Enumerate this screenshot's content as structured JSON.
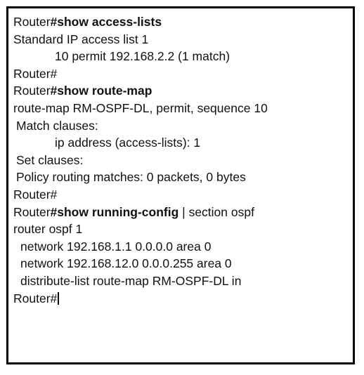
{
  "terminal": {
    "prompt": "Router",
    "lines": {
      "l1_cmd": "#show access-lists",
      "l2": "Standard IP access list 1",
      "l3": "10 permit 192.168.2.2 (1 match)",
      "l4": "Router#",
      "l5_cmd": "#show route-map",
      "l6": "route-map RM-OSPF-DL, permit, sequence 10",
      "l7": "Match clauses:",
      "l8": "ip address (access-lists): 1",
      "l9": "Set clauses:",
      "l10": "Policy routing matches: 0 packets, 0 bytes",
      "l11": "Router#",
      "l12_cmd": "#show running-config",
      "l12_rest": " | section ospf",
      "l13": "router ospf 1",
      "l14": "network 192.168.1.1 0.0.0.0 area 0",
      "l15": "network 192.168.12.0 0.0.0.255 area 0",
      "l16": "distribute-list route-map RM-OSPF-DL in",
      "l17": "Router#"
    }
  }
}
